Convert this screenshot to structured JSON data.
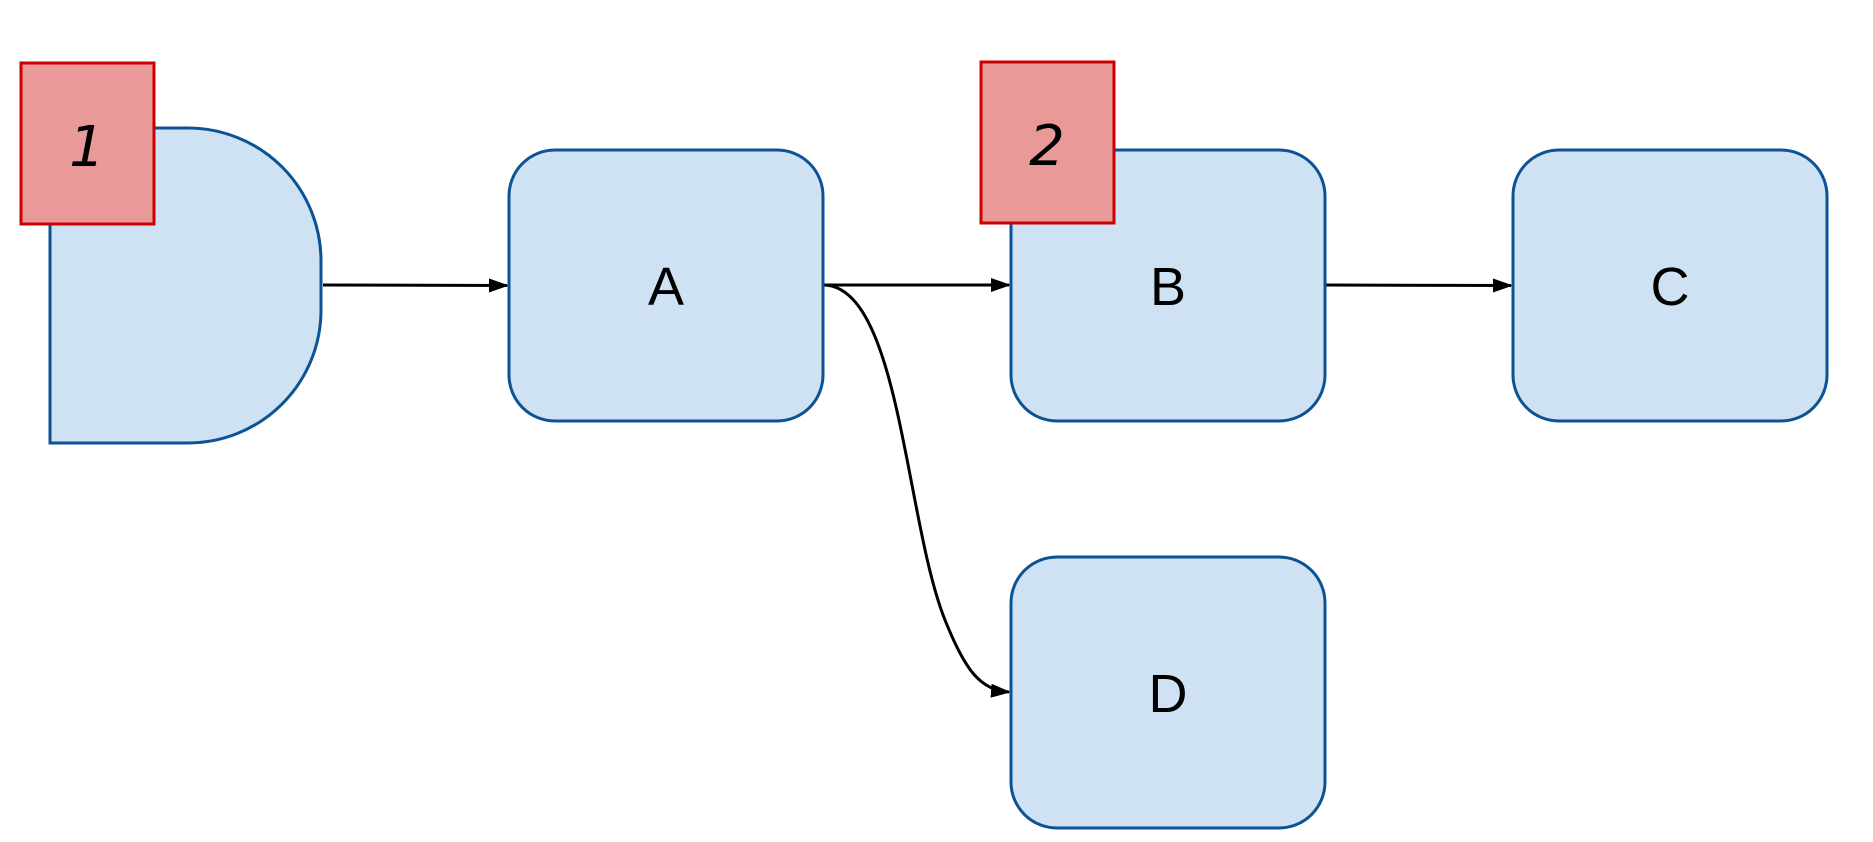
{
  "diagram": {
    "colors": {
      "node_fill": "#cfe2f3",
      "node_stroke": "#0b5394",
      "badge_fill": "#ea9999",
      "badge_stroke": "#cc0000",
      "edge": "#000000",
      "background": "#ffffff"
    },
    "nodes": [
      {
        "id": "start",
        "shape": "delay",
        "label": ""
      },
      {
        "id": "a",
        "shape": "rounded-rect",
        "label": "A"
      },
      {
        "id": "b",
        "shape": "rounded-rect",
        "label": "B"
      },
      {
        "id": "c",
        "shape": "rounded-rect",
        "label": "C"
      },
      {
        "id": "d",
        "shape": "rounded-rect",
        "label": "D"
      }
    ],
    "badges": [
      {
        "id": "badge-1",
        "label": "1",
        "attached_to": "start"
      },
      {
        "id": "badge-2",
        "label": "2",
        "attached_to": "b"
      }
    ],
    "edges": [
      {
        "from": "start",
        "to": "a",
        "style": "straight"
      },
      {
        "from": "a",
        "to": "b",
        "style": "straight"
      },
      {
        "from": "b",
        "to": "c",
        "style": "straight"
      },
      {
        "from": "a",
        "to": "d",
        "style": "curved"
      }
    ]
  }
}
